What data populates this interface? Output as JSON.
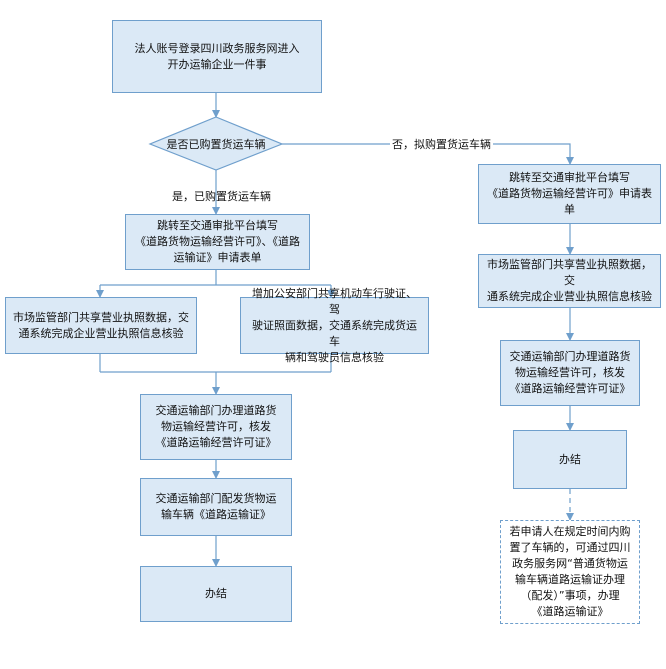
{
  "diagram": {
    "start": "法人账号登录四川政务服务网进入\n开办运输企业一件事",
    "decision": "是否已购置货运车辆",
    "yes_label": "是，已购置货运车辆",
    "no_label": "否，拟购置货运车辆",
    "left": {
      "apply": "跳转至交通审批平台填写\n《道路货物运输经营许可》、《道路\n运输证》申请表单",
      "market": "市场监管部门共享营业执照数据，交\n通系统完成企业营业执照信息核验",
      "police": "增加公安部门共享机动车行驶证、驾\n驶证照面数据，交通系统完成货运车\n辆和驾驶员信息核验",
      "license": "交通运输部门办理道路货\n物运输经营许可，核发\n《道路运输经营许可证》",
      "vehicle": "交通运输部门配发货物运\n输车辆《道路运输证》",
      "finish": "办结"
    },
    "right": {
      "apply": "跳转至交通审批平台填写\n《道路货物运输经营许可》申请表单",
      "market": "市场监管部门共享营业执照数据，交\n通系统完成企业营业执照信息核验",
      "license": "交通运输部门办理道路货\n物运输经营许可，核发\n《道路运输经营许可证》",
      "finish": "办结",
      "note": "若申请人在规定时间内购\n置了车辆的，可通过四川\n政务服务网“普通货物运\n输车辆道路运输证办理\n（配发）”事项，办理\n《道路运输证》"
    }
  }
}
